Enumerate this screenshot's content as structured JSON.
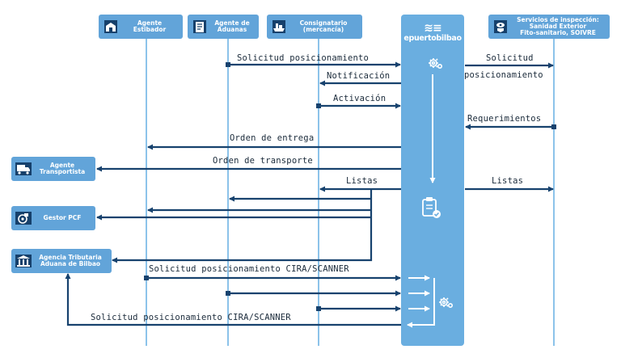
{
  "diagram": {
    "brand": {
      "mark": "≋≡",
      "name": "epuertobilbao"
    },
    "actors": {
      "estibador": {
        "label": "Agente\nEstibador",
        "icon": "building-icon"
      },
      "aduanas": {
        "label": "Agente de\nAduanas",
        "icon": "document-icon"
      },
      "consignatario": {
        "label": "Consignatario\n(mercancía)",
        "icon": "ship-icon"
      },
      "inspeccion": {
        "label": "Servicios de inspección:\nSanidad Exterior\nFito-sanitario, SOIVRE",
        "icon": "eye-shield-icon"
      },
      "transportista": {
        "label": "Agente\nTransportista",
        "icon": "truck-icon"
      },
      "pcf": {
        "label": "Gestor PCF",
        "icon": "rail-icon"
      },
      "tributaria": {
        "label": "Agencia Tributaria\nAduana de Bilbao",
        "icon": "institution-icon"
      }
    },
    "messages": {
      "solicitud_posicionamiento": "Solicitud posicionamiento",
      "solicitud_right_1": "Solicitud",
      "solicitud_right_2": "posicionamiento",
      "notificacion": "Notificación",
      "activacion": "Activación",
      "requerimientos": "Requerimientos",
      "orden_entrega": "Orden de entrega",
      "orden_transporte": "Orden de transporte",
      "listas_left": "Listas",
      "listas_right": "Listas",
      "cira_1": "Solicitud posicionamiento CIRA/SCANNER",
      "cira_2": "Solicitud posicionamiento CIRA/SCANNER"
    },
    "colors": {
      "lifeline": "#8cc3ea",
      "box": "#62a4d9",
      "center": "#6aaee0",
      "arrow": "#17426e",
      "text": "#1a2a3a"
    }
  }
}
